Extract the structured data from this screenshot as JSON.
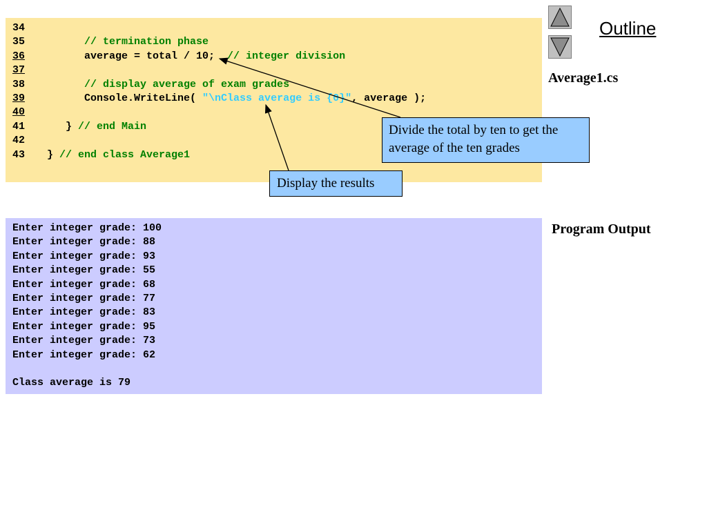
{
  "nav": {
    "outline_label": "Outline",
    "up_icon": "triangle-up-icon",
    "down_icon": "triangle-down-icon"
  },
  "file_label": "Average1.cs",
  "output_label": "Program Output",
  "code": {
    "lines": [
      {
        "num": "34",
        "parts": [
          {
            "t": "",
            "s": "plain"
          }
        ]
      },
      {
        "num": "35",
        "parts": [
          {
            "t": "         ",
            "s": "plain"
          },
          {
            "t": "// termination phase",
            "s": "comment"
          }
        ]
      },
      {
        "num": "36",
        "parts": [
          {
            "t": "         average = total / 10;  ",
            "s": "plain"
          },
          {
            "t": "// integer division",
            "s": "comment"
          }
        ]
      },
      {
        "num": "37",
        "parts": [
          {
            "t": "",
            "s": "plain"
          }
        ]
      },
      {
        "num": "38",
        "parts": [
          {
            "t": "         ",
            "s": "plain"
          },
          {
            "t": "// display average of exam grades",
            "s": "comment"
          }
        ]
      },
      {
        "num": "39",
        "parts": [
          {
            "t": "         Console.WriteLine( ",
            "s": "plain"
          },
          {
            "t": "\"\\nClass average is {0}\"",
            "s": "string"
          },
          {
            "t": ", average );",
            "s": "plain"
          }
        ]
      },
      {
        "num": "40",
        "parts": [
          {
            "t": "",
            "s": "plain"
          }
        ]
      },
      {
        "num": "41",
        "parts": [
          {
            "t": "      } ",
            "s": "plain"
          },
          {
            "t": "// end Main",
            "s": "comment"
          }
        ]
      },
      {
        "num": "42",
        "parts": [
          {
            "t": "",
            "s": "plain"
          }
        ]
      },
      {
        "num": "43",
        "parts": [
          {
            "t": "   } ",
            "s": "plain"
          },
          {
            "t": "// end class Average1",
            "s": "comment"
          }
        ]
      }
    ]
  },
  "output": {
    "lines": [
      "Enter integer grade: 100",
      "Enter integer grade: 88",
      "Enter integer grade: 93",
      "Enter integer grade: 55",
      "Enter integer grade: 68",
      "Enter integer grade: 77",
      "Enter integer grade: 83",
      "Enter integer grade: 95",
      "Enter integer grade: 73",
      "Enter integer grade: 62",
      "",
      "Class average is 79"
    ]
  },
  "callouts": {
    "divide": "Divide the total by ten to get the average of the ten grades",
    "display": "Display the results"
  },
  "colors": {
    "code_bg": "#fde8a1",
    "output_bg": "#ccccff",
    "callout_bg": "#99ccff",
    "comment": "#008000",
    "string": "#33ccff"
  }
}
